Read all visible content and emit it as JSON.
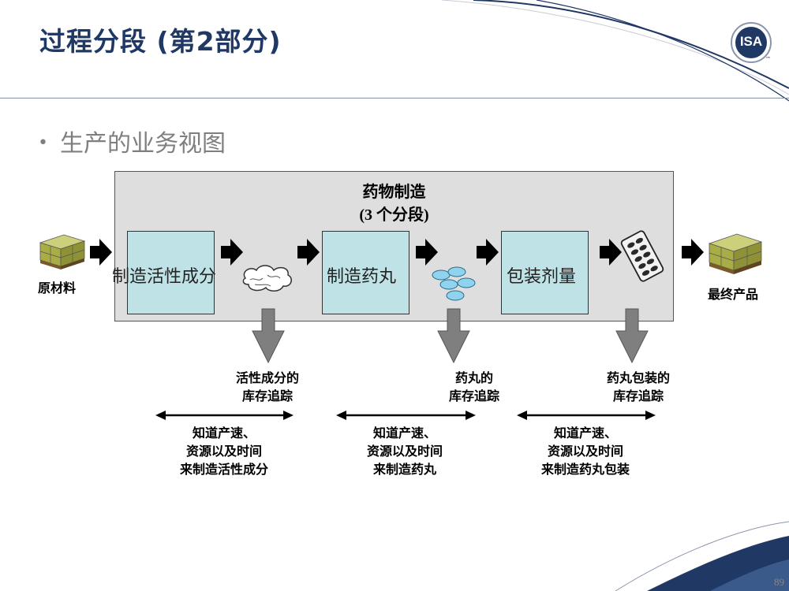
{
  "header": {
    "title": "过程分段 (第2部分)",
    "logo_text": "ISA",
    "logo_tm": "™"
  },
  "bullet": {
    "symbol": "•",
    "text": "生产的业务视图"
  },
  "pharma": {
    "title": "药物制造",
    "subtitle": "(3 个分段)"
  },
  "stages": [
    {
      "label": "制造活性成分"
    },
    {
      "label": "制造药丸"
    },
    {
      "label": "包装剂量"
    }
  ],
  "ends": {
    "raw": "原材料",
    "final": "最终产品"
  },
  "inventory": [
    {
      "line1": "活性成分的",
      "line2": "库存追踪"
    },
    {
      "line1": "药丸的",
      "line2": "库存追踪"
    },
    {
      "line1": "药丸包装的",
      "line2": "库存追踪"
    }
  ],
  "knowledge": [
    {
      "line1": "知道产速、",
      "line2": "资源以及时间",
      "line3": "来制造活性成分"
    },
    {
      "line1": "知道产速、",
      "line2": "资源以及时间",
      "line3": "来制造药丸"
    },
    {
      "line1": "知道产速、",
      "line2": "资源以及时间",
      "line3": "来制造药丸包装"
    }
  ],
  "page_number": "89",
  "colors": {
    "title": "#1f3864",
    "stage_fill": "#bfe2e6",
    "box_fill": "#dedede",
    "swoosh": "#1f3864",
    "arrow_gray": "#7f7f7f"
  }
}
